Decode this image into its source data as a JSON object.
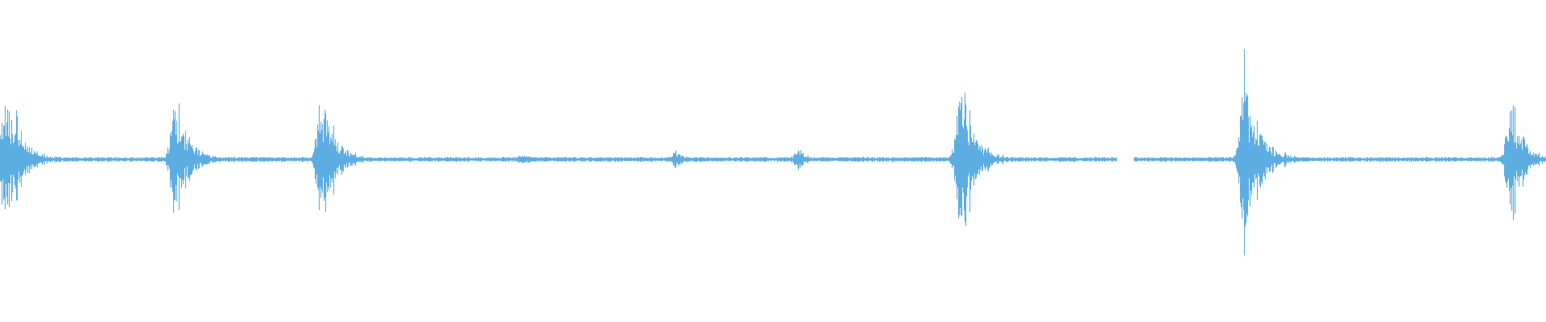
{
  "waveform": {
    "color": "#5dade2",
    "background": "#ffffff",
    "bursts": [
      {
        "center": 0.004,
        "amplitude": 0.82,
        "sustain": 0.55
      },
      {
        "center": 0.113,
        "amplitude": 0.72,
        "sustain": 0.5
      },
      {
        "center": 0.208,
        "amplitude": 0.8,
        "sustain": 0.48
      },
      {
        "center": 0.338,
        "amplitude": 0.1,
        "sustain": 0.1
      },
      {
        "center": 0.437,
        "amplitude": 0.12,
        "sustain": 0.12
      },
      {
        "center": 0.517,
        "amplitude": 0.14,
        "sustain": 0.14
      },
      {
        "center": 0.621,
        "amplitude": 0.84,
        "sustain": 0.55
      },
      {
        "center": 0.805,
        "amplitude": 1.0,
        "sustain": 0.58
      },
      {
        "center": 0.977,
        "amplitude": 0.66,
        "sustain": 0.42
      }
    ],
    "baseline_gaps": [
      {
        "start": 0.722,
        "end": 0.733
      }
    ]
  }
}
